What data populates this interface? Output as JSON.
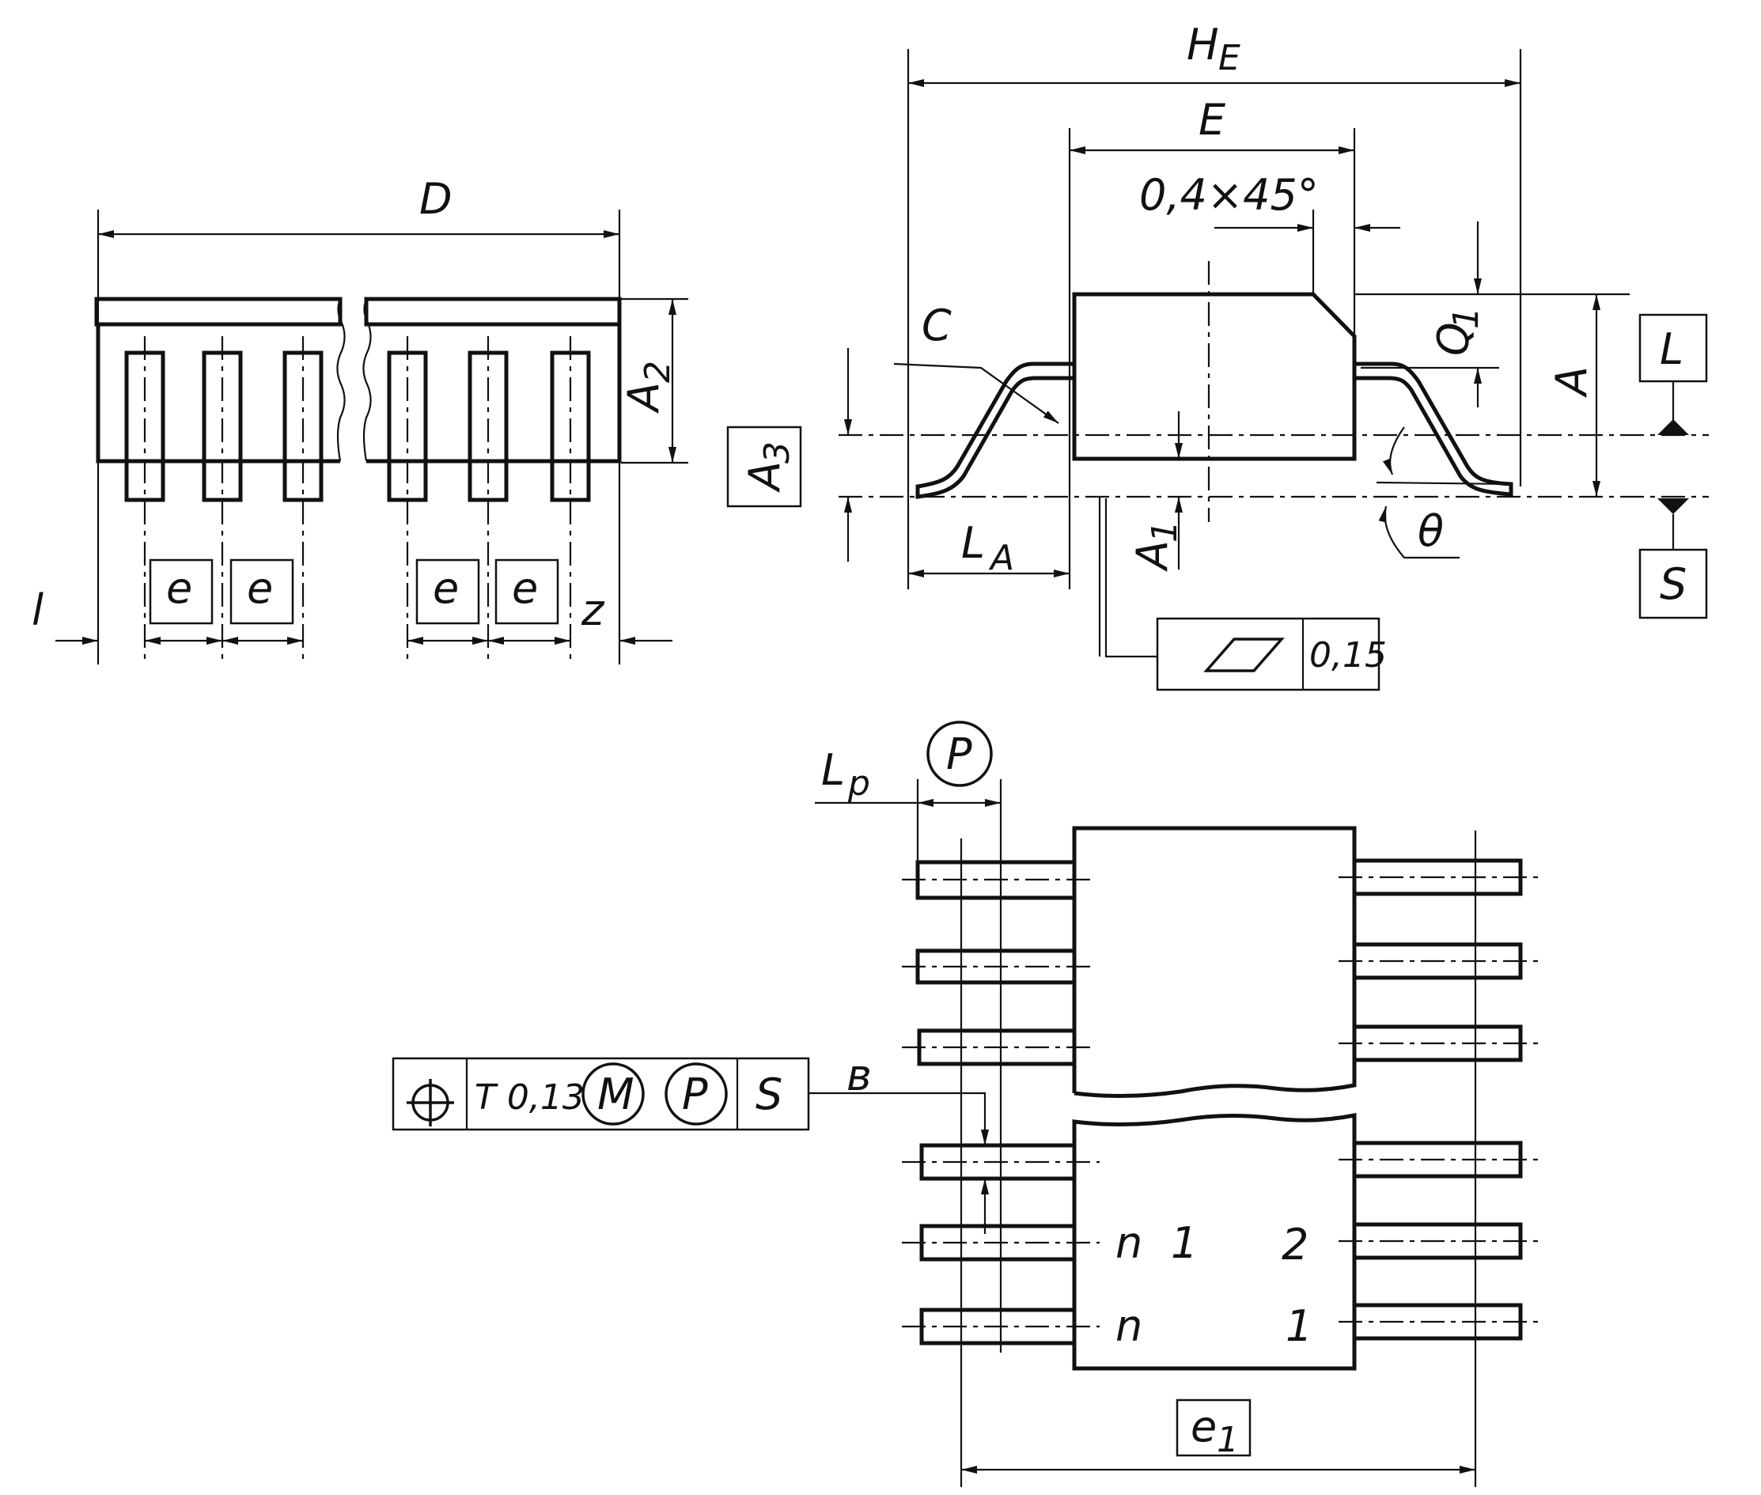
{
  "labels": {
    "D": "D",
    "A2": "A",
    "A2_sub": "2",
    "e": "e",
    "l": "l",
    "z": "z",
    "HE": "H",
    "HE_sub": "E",
    "E": "E",
    "chamfer": "0,4×45°",
    "C": "C",
    "Q1": "Q",
    "Q1_sub": "1",
    "A": "A",
    "A3": "A",
    "A3_sub": "3",
    "A1": "A",
    "A1_sub": "1",
    "LA": "L",
    "LA_sub": "A",
    "theta": "θ",
    "L": "L",
    "S": "S",
    "Lp": "L",
    "Lp_sub": "p",
    "P": "P",
    "b": "в",
    "e1": "e",
    "e1_sub": "1",
    "pin_n1": "n",
    "pin_n1_num": "1",
    "pin_n": "n",
    "pin_2": "2",
    "pin_1": "1"
  },
  "flatness_frame": {
    "symbol": "flatness-icon",
    "value": "0,15"
  },
  "position_frame": {
    "symbol": "position-icon",
    "tolerance": "T 0,13",
    "modifier_m": "M",
    "modifier_p": "P",
    "datum": "S"
  }
}
